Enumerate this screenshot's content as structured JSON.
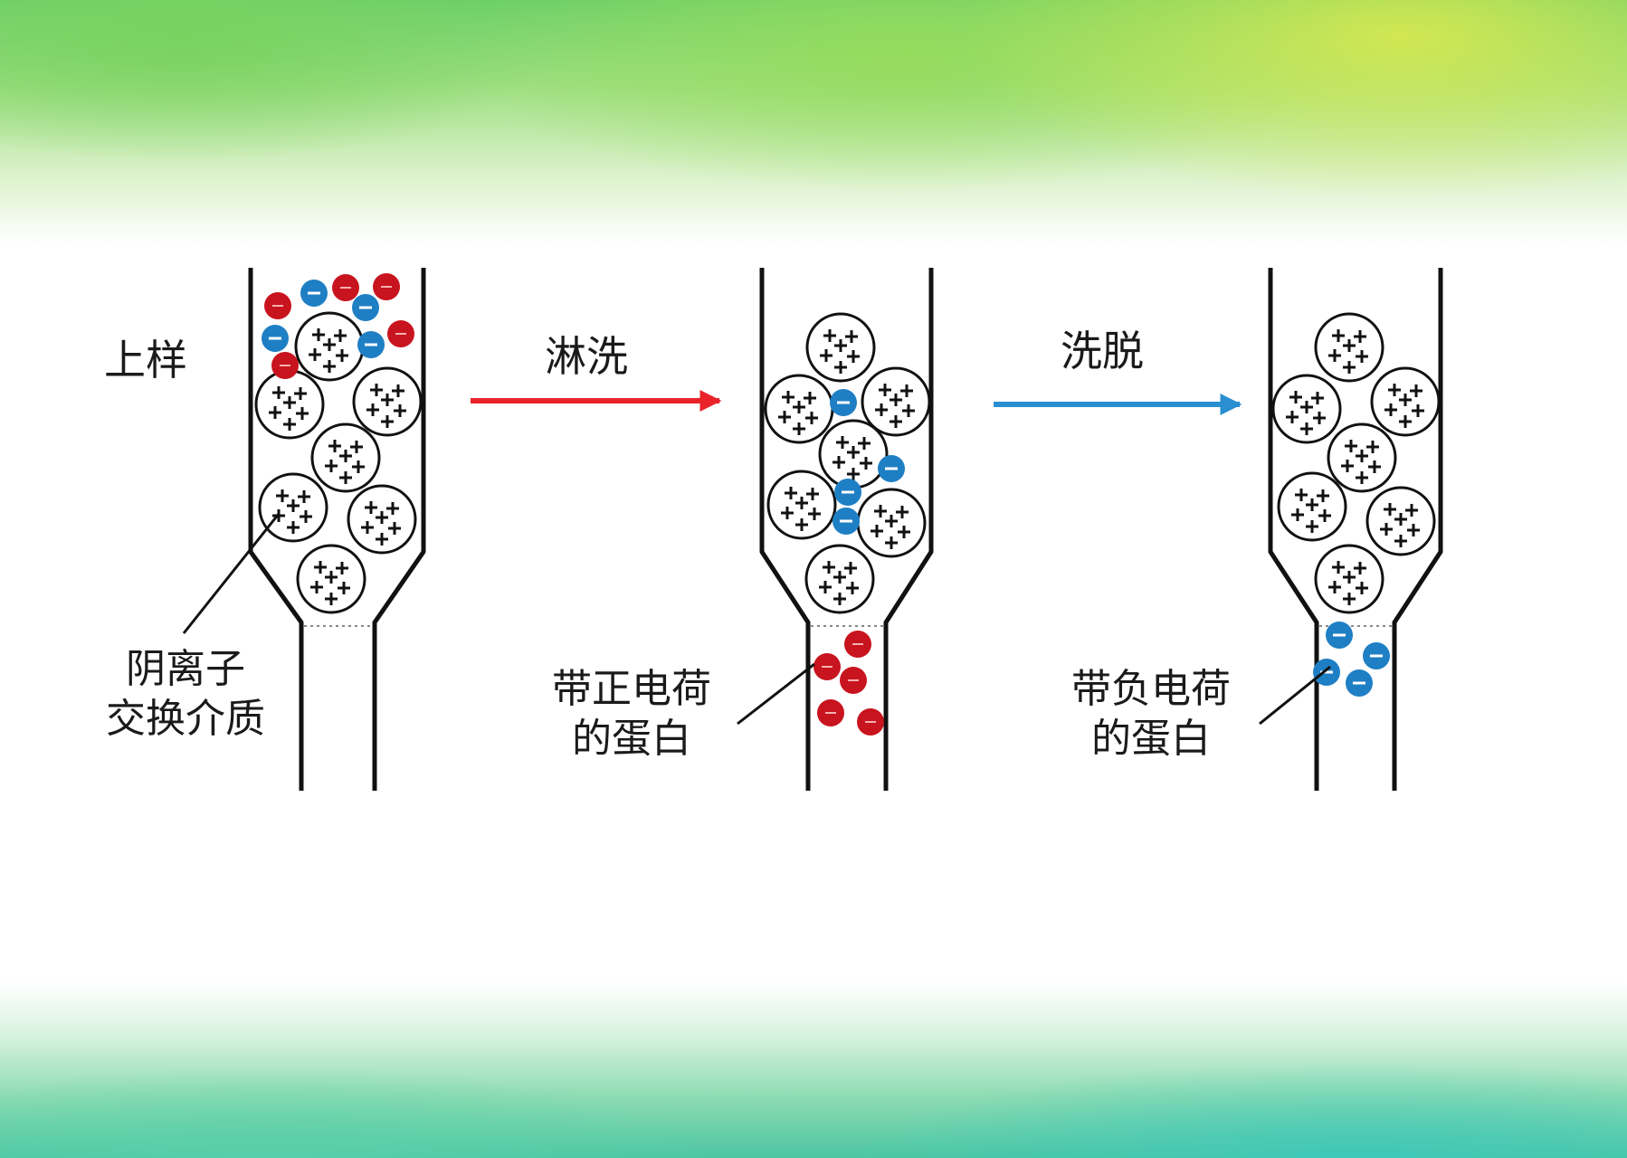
{
  "colors": {
    "positive_protein": "#c8141e",
    "negative_protein": "#1f7fc4",
    "wash_arrow": "#e8242a",
    "elute_arrow": "#2a8fd0",
    "outline": "#111111"
  },
  "labels": {
    "load": "上样",
    "wash": "淋洗",
    "elute": "洗脱",
    "resin_line1": "阴离子",
    "resin_line2": "交换介质",
    "pos_line1": "带正电荷",
    "pos_line2": "的蛋白",
    "neg_line1": "带负电荷",
    "neg_line2": "的蛋白"
  },
  "icons": {
    "resin_bead": "circle-with-plus-signs",
    "positive_ion": "red-dot",
    "negative_ion": "blue-dot-with-minus"
  },
  "stages": [
    {
      "id": "load",
      "label_key": "load"
    },
    {
      "id": "wash",
      "label_key": "wash"
    },
    {
      "id": "elute",
      "label_key": "elute"
    }
  ]
}
